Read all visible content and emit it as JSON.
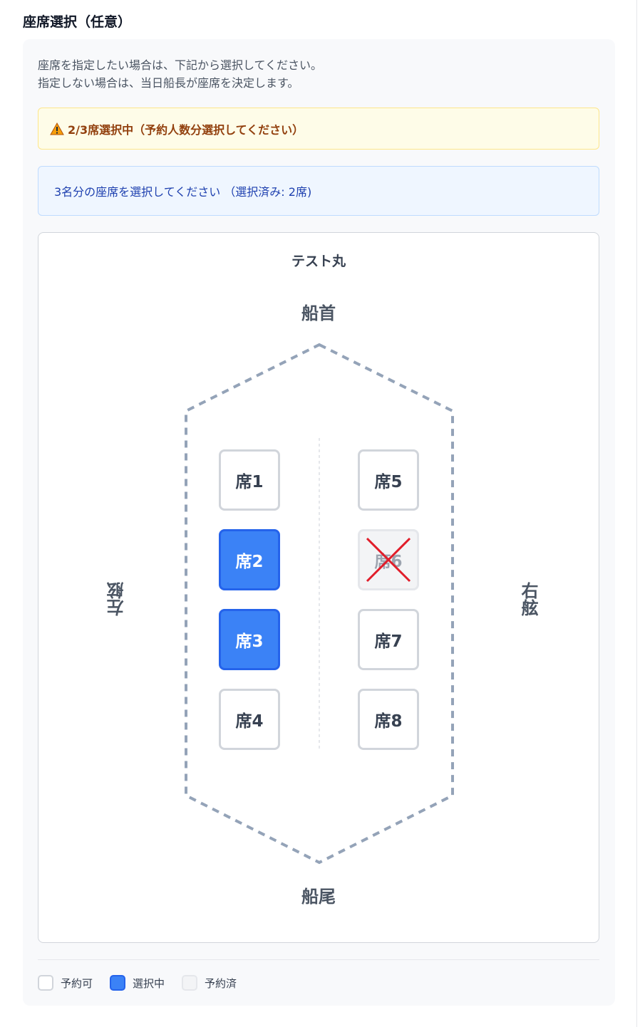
{
  "section": {
    "title": "座席選択（任意）"
  },
  "intro": {
    "line1": "座席を指定したい場合は、下記から選択してください。",
    "line2": "指定しない場合は、当日船長が座席を決定します。"
  },
  "warning": {
    "icon": "warning-icon",
    "text": "2/3席選択中（予約人数分選択してください）"
  },
  "info": {
    "text": "3名分の座席を選択してください （選択済み: 2席)"
  },
  "boat": {
    "name": "テスト丸",
    "bow": "船首",
    "stern": "船尾",
    "port": "左舷",
    "starboard": "右舷",
    "seats": [
      {
        "label": "席1",
        "status": "available"
      },
      {
        "label": "席2",
        "status": "selected"
      },
      {
        "label": "席3",
        "status": "selected"
      },
      {
        "label": "席4",
        "status": "available"
      },
      {
        "label": "席5",
        "status": "available"
      },
      {
        "label": "席6",
        "status": "reserved"
      },
      {
        "label": "席7",
        "status": "available"
      },
      {
        "label": "席8",
        "status": "available"
      }
    ]
  },
  "legend": {
    "available": "予約可",
    "selected": "選択中",
    "reserved": "予約済"
  },
  "colors": {
    "selected": "#3b82f6",
    "reserved_mark": "#e11d2a",
    "warning_text": "#92400e",
    "info_text": "#1e40af"
  }
}
